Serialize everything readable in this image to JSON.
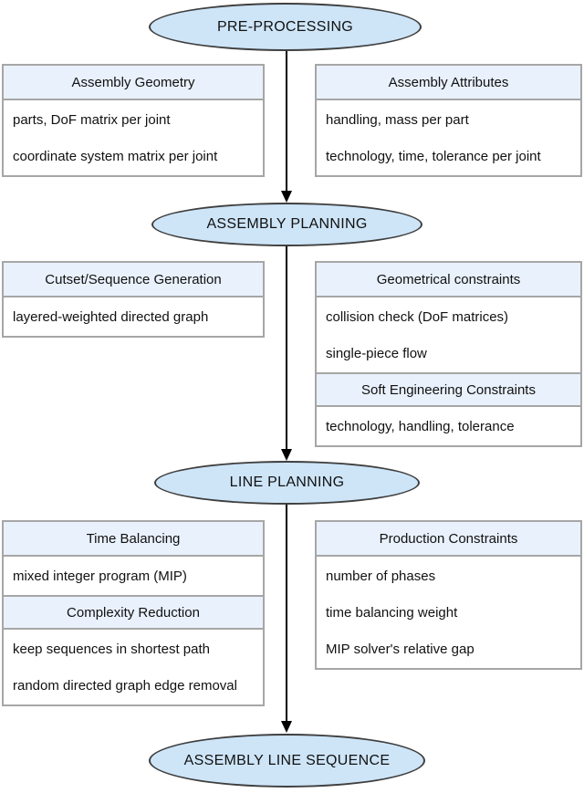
{
  "title": "Assembly line planning flowchart",
  "colors": {
    "ellipse_fill": "#cee5f8",
    "ellipse_border": "#3f3f3f",
    "header_fill": "#e9f1fc",
    "panel_border": "#a6a6a6",
    "text": "#111111",
    "arrow": "#000000",
    "background": "#ffffff"
  },
  "nodes": {
    "pre_processing": "PRE-PROCESSING",
    "assembly_planning": "ASSEMBLY PLANNING",
    "line_planning": "LINE PLANNING",
    "assembly_line_sequence": "ASSEMBLY LINE SEQUENCE"
  },
  "panels": {
    "assembly_geometry": {
      "header": "Assembly Geometry",
      "lines": [
        "parts, DoF matrix per joint",
        "coordinate system matrix per joint"
      ]
    },
    "assembly_attributes": {
      "header": "Assembly Attributes",
      "lines": [
        "handling, mass per part",
        "technology, time, tolerance per joint"
      ]
    },
    "cutset_sequence_generation": {
      "header": "Cutset/Sequence Generation",
      "lines": [
        "layered-weighted directed graph"
      ]
    },
    "geometrical_constraints": {
      "header": "Geometrical constraints",
      "lines": [
        "collision check (DoF matrices)",
        "single-piece flow"
      ],
      "header2": "Soft Engineering Constraints",
      "lines2": [
        "technology, handling, tolerance"
      ]
    },
    "time_balancing": {
      "header": "Time Balancing",
      "lines": [
        "mixed integer program (MIP)"
      ],
      "header2": "Complexity Reduction",
      "lines2": [
        "keep sequences in shortest path",
        "random directed graph edge removal"
      ]
    },
    "production_constraints": {
      "header": "Production Constraints",
      "lines": [
        "number of phases",
        "time balancing weight",
        "MIP solver's relative gap"
      ]
    }
  }
}
